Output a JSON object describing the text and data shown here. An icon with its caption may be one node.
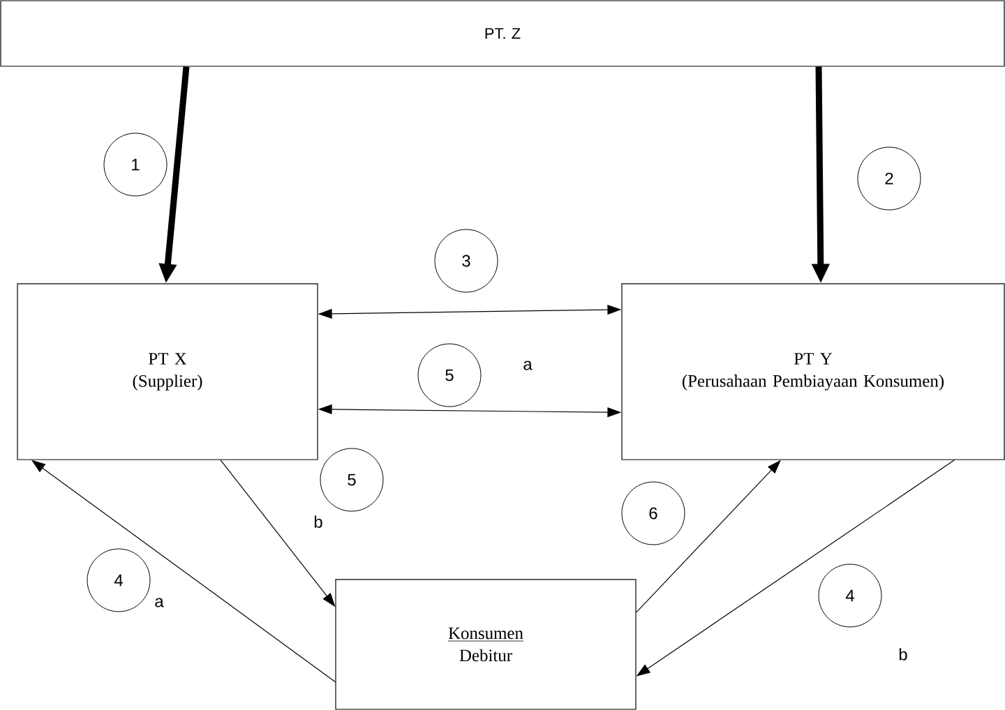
{
  "diagram": {
    "nodes": [
      {
        "text": [
          "PT. Z"
        ]
      },
      {
        "text": [
          "PT X",
          "(Supplier)"
        ]
      },
      {
        "text": [
          "PT Y",
          "(Perusahaan Pembiayaan Konsumen)"
        ]
      },
      {
        "text": [
          "Konsumen",
          "Debitur"
        ]
      },
      {
        "text": [
          "1"
        ]
      },
      {
        "text": [
          "2"
        ]
      },
      {
        "text": [
          "3"
        ]
      },
      {
        "text": [
          "5"
        ]
      },
      {
        "text": [
          "5"
        ]
      },
      {
        "text": [
          "6"
        ]
      },
      {
        "text": [
          "4"
        ]
      },
      {
        "text": [
          "4"
        ]
      }
    ],
    "edges": [
      {
        "from": 0,
        "to": 1,
        "arrow": "to",
        "style": "thick"
      },
      {
        "from": 0,
        "to": 2,
        "arrow": "to",
        "style": "thick"
      },
      {
        "from": 1,
        "to": 2,
        "arrow": "both"
      },
      {
        "from": 1,
        "to": 2,
        "arrow": "both"
      },
      {
        "from": 1,
        "to": 3,
        "arrow": "to"
      },
      {
        "from": 3,
        "to": 1,
        "arrow": "to"
      },
      {
        "from": 3,
        "to": 2,
        "arrow": "to"
      },
      {
        "from": 2,
        "to": 3,
        "arrow": "to"
      }
    ],
    "labels": [
      "a",
      "b",
      "a",
      "b"
    ]
  }
}
